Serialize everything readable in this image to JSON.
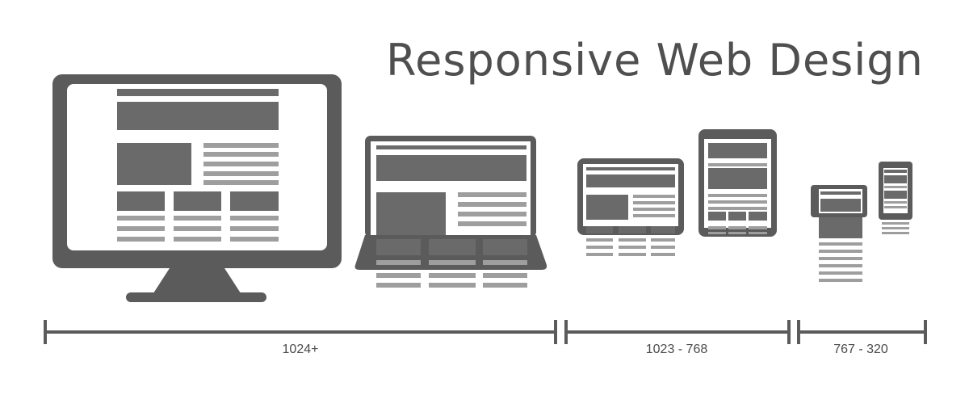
{
  "title": "Responsive Web Design",
  "colors": {
    "device": "#5b5b5b",
    "block": "#6a6a6a",
    "line": "#9e9e9e",
    "screen": "#ffffff",
    "text": "#4f4f4f"
  },
  "breakpoints": [
    {
      "label": "1024+"
    },
    {
      "label": "1023 - 768"
    },
    {
      "label": "767 - 320"
    }
  ]
}
